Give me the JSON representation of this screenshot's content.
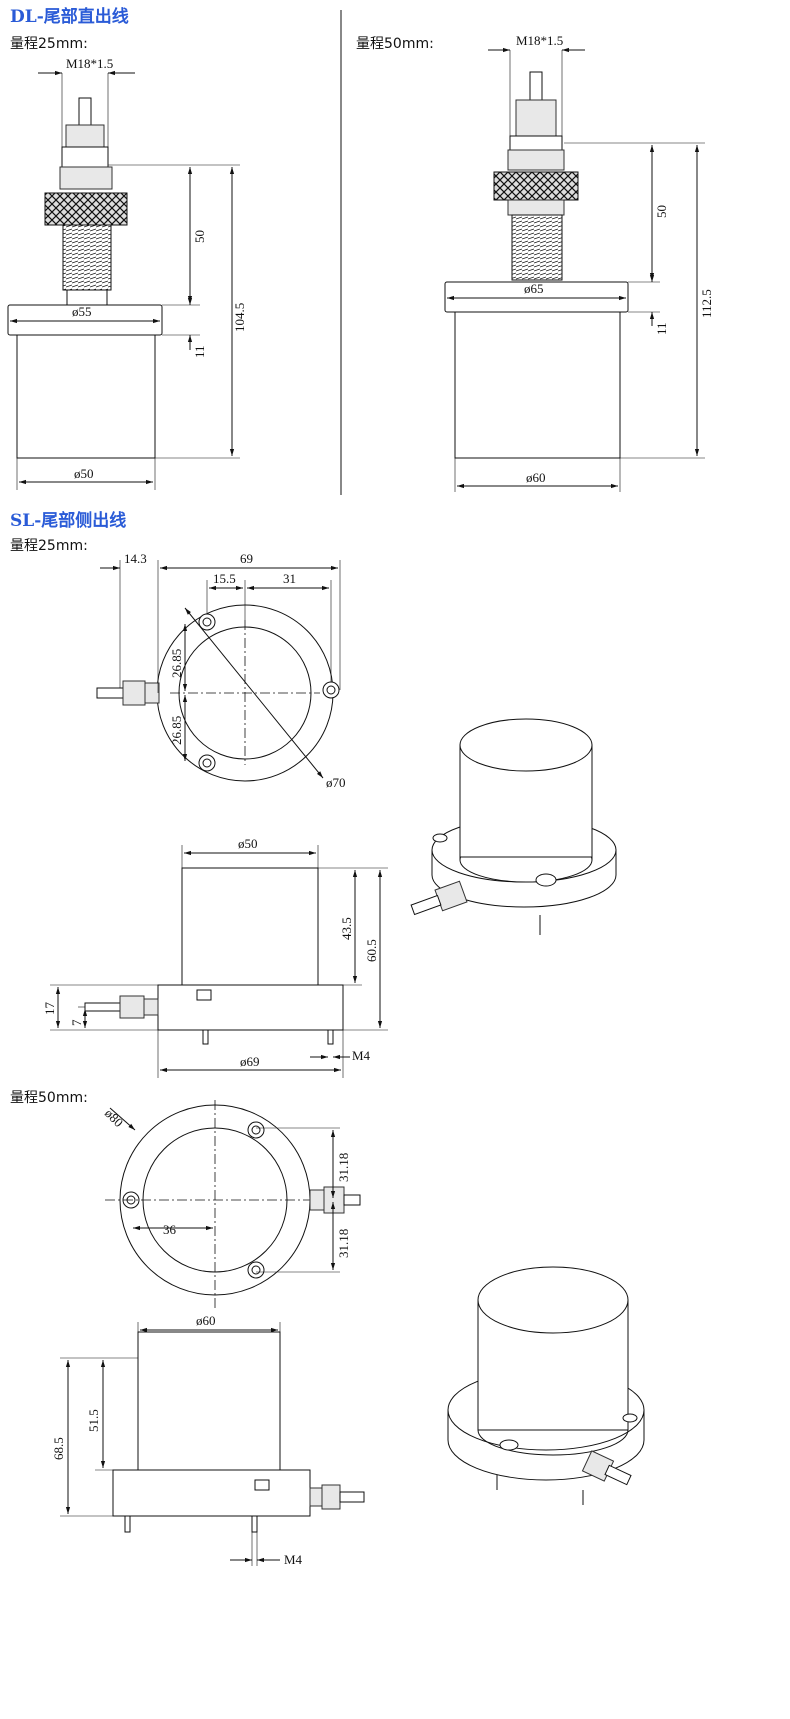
{
  "sections": {
    "dl": {
      "title": "DL-尾部直出线",
      "range25": {
        "label": "量程25mm:",
        "thread": "M18*1.5",
        "d_flange": "ø55",
        "d_body": "ø50",
        "h_thread": "50",
        "h_flange": "11",
        "h_total": "104.5"
      },
      "range50": {
        "label": "量程50mm:",
        "thread": "M18*1.5",
        "d_flange": "ø65",
        "d_body": "ø60",
        "h_thread": "50",
        "h_flange": "11",
        "h_total": "112.5"
      }
    },
    "sl": {
      "title": "SL-尾部侧出线",
      "range25": {
        "label": "量程25mm:",
        "offset": "14.3",
        "width": "69",
        "hole_x": "15.5",
        "hole_r": "31",
        "hole_y1": "26.85",
        "hole_y2": "26.85",
        "d_outer": "ø70",
        "d_body": "ø50",
        "h_body": "43.5",
        "h_total": "60.5",
        "h_flange": "17",
        "h_cable": "7",
        "d_flange": "ø69",
        "screw": "M4"
      },
      "range50": {
        "label": "量程50mm:",
        "d_outer": "ø80",
        "hole_y1": "31.18",
        "hole_y2": "31.18",
        "hole_x": "36",
        "d_body": "ø60",
        "h_body": "51.5",
        "h_total": "68.5",
        "screw": "M4"
      }
    }
  }
}
